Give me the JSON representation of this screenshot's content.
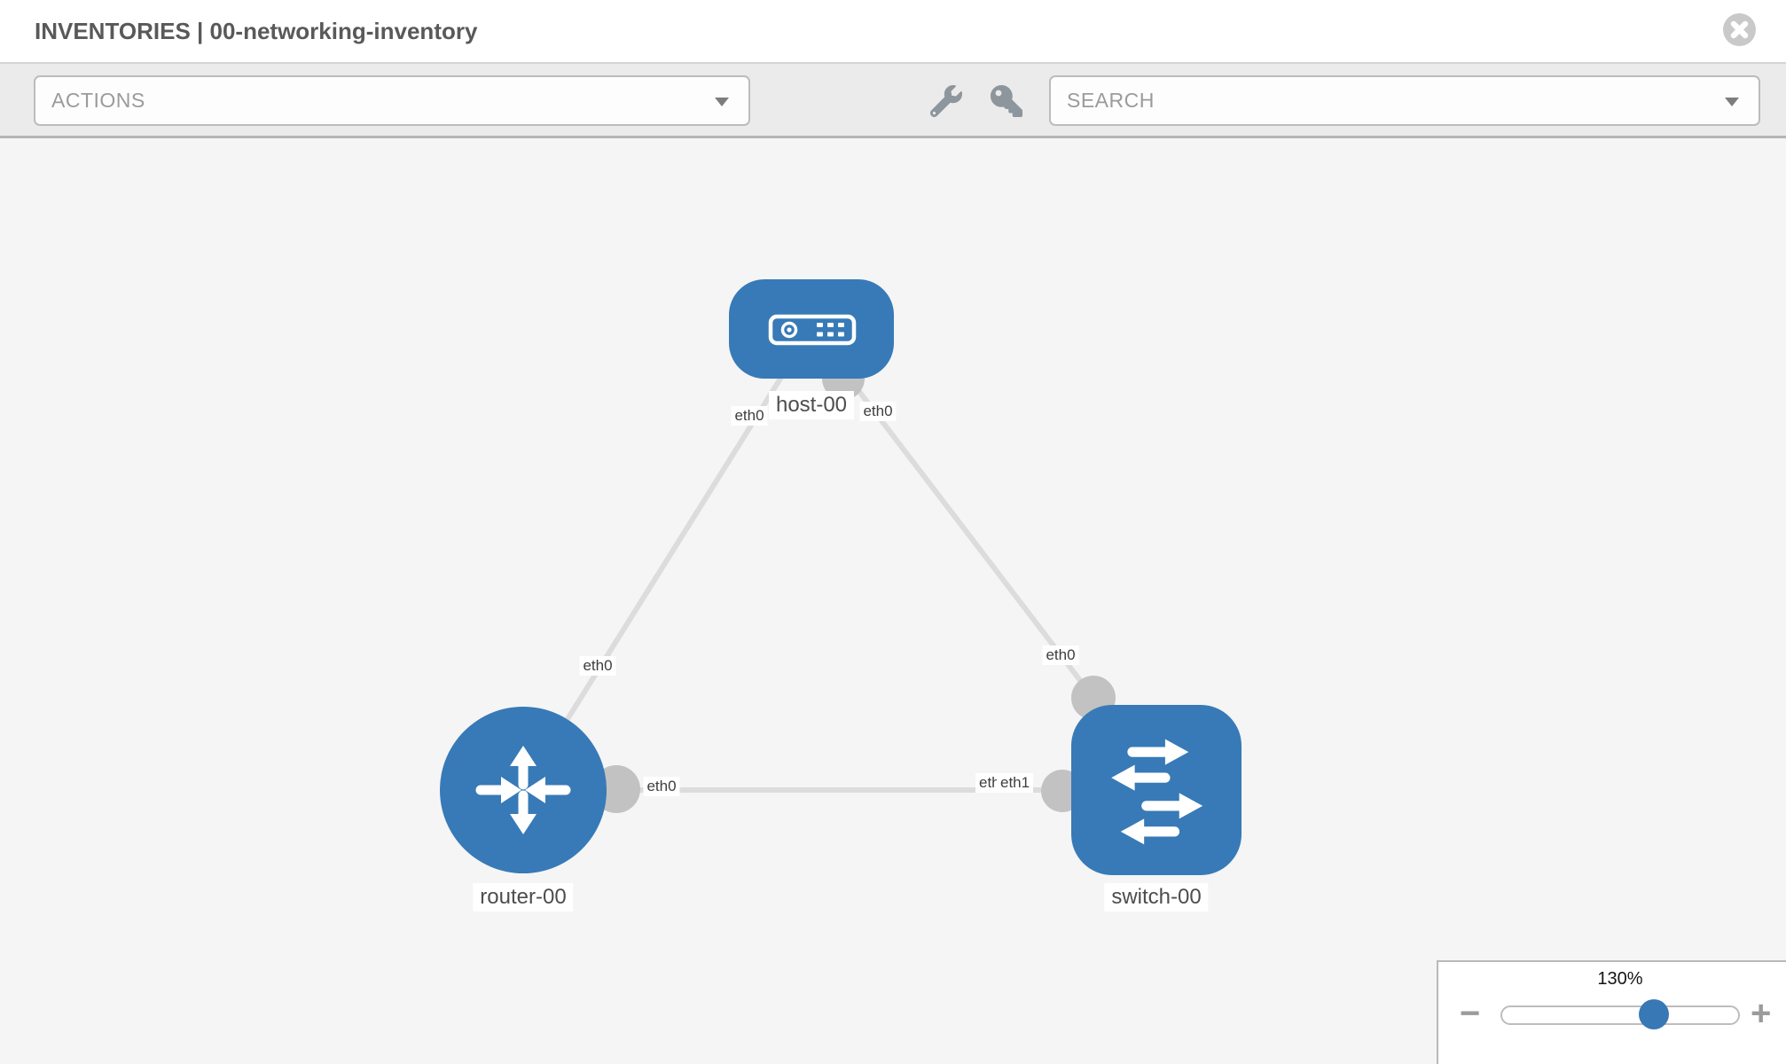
{
  "header": {
    "title": "INVENTORIES | 00-networking-inventory"
  },
  "toolbar": {
    "actions_label": "ACTIONS",
    "search_label": "SEARCH"
  },
  "topology": {
    "nodes": [
      {
        "name": "host-00",
        "type": "host"
      },
      {
        "name": "router-00",
        "type": "router"
      },
      {
        "name": "switch-00",
        "type": "switch"
      }
    ],
    "links": [
      {
        "from": "host-00",
        "from_interface": "eth0",
        "to": "router-00",
        "to_interface": "eth0"
      },
      {
        "from": "host-00",
        "from_interface": "eth0",
        "to": "switch-00",
        "to_interface": "eth0"
      },
      {
        "from": "router-00",
        "from_interface": "eth0",
        "to": "switch-00",
        "to_interface": "eth1"
      }
    ],
    "labels": {
      "eth_host_to_router": "eth0",
      "eth_host_to_switch": "eth0",
      "eth_router_to_host": "eth0",
      "eth_switch_to_host": "eth0",
      "eth_router_to_switch": "eth0",
      "eth_switch_hidden": "eth0",
      "eth_switch_to_router": "eth1"
    }
  },
  "zoom_control": {
    "value": "130%",
    "decrease_label": "−",
    "increase_label": "+"
  },
  "colors": {
    "node_blue": "#377ab7",
    "link_gray": "#dcdcdc",
    "connector_gray": "#c2c2c2",
    "toolbar_bg": "#ebebeb",
    "canvas_bg": "#f5f5f5",
    "slider_thumb_blue": "#3878b5"
  }
}
